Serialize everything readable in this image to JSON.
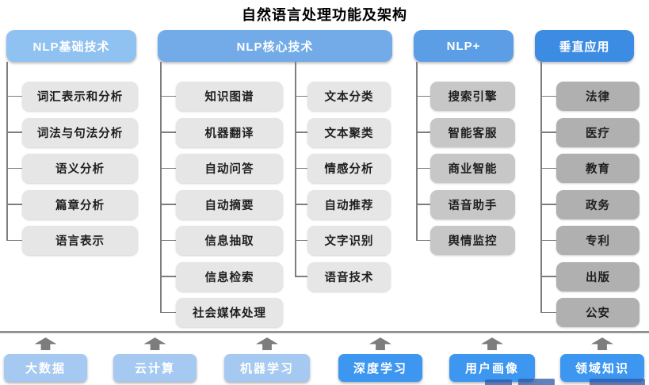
{
  "title": "自然语言处理功能及架构",
  "columns": [
    {
      "id": "nlp-basic",
      "header": "NLP基础技术",
      "header_color": "#8FC1F1",
      "item_color": "#E6E6E6",
      "items": [
        "词汇表示和分析",
        "词法与句法分析",
        "语义分析",
        "篇章分析",
        "语言表示"
      ]
    },
    {
      "id": "nlp-core",
      "header": "NLP核心技术",
      "header_color": "#72ABE7",
      "item_color": "#E6E6E6",
      "items_left": [
        "知识图谱",
        "机器翻译",
        "自动问答",
        "自动摘要",
        "信息抽取",
        "信息检索",
        "社会媒体处理"
      ],
      "items_right": [
        "文本分类",
        "文本聚类",
        "情感分析",
        "自动推荐",
        "文字识别",
        "语音技术"
      ]
    },
    {
      "id": "nlp-plus",
      "header": "NLP+",
      "header_color": "#5B9EE6",
      "item_color": "#C7C7C7",
      "items": [
        "搜索引擎",
        "智能客服",
        "商业智能",
        "语音助手",
        "舆情监控"
      ]
    },
    {
      "id": "vertical-apps",
      "header": "垂直应用",
      "header_color": "#3D8CE4",
      "item_color": "#B0B0B0",
      "items": [
        "法律",
        "医疗",
        "教育",
        "政务",
        "专利",
        "出版",
        "公安"
      ]
    }
  ],
  "foundation": {
    "items": [
      {
        "label": "大数据",
        "color": "#A5C9F0"
      },
      {
        "label": "云计算",
        "color": "#A5C9F0"
      },
      {
        "label": "机器学习",
        "color": "#A5C9F0"
      },
      {
        "label": "深度学习",
        "color": "#3D97F0"
      },
      {
        "label": "用户画像",
        "color": "#3D97F0"
      },
      {
        "label": "领域知识",
        "color": "#3D97F0"
      }
    ]
  },
  "colors": {
    "background": "#FFFFFF",
    "title_text": "#000000",
    "header_text": "#FFFFFF",
    "item_text": "#1F1F1F",
    "connector": "#7E7E7E",
    "separator": "#8A8A8A",
    "arrow": "#7D7D7D"
  }
}
